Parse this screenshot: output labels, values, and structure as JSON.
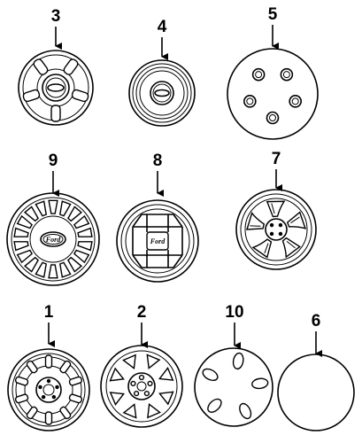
{
  "parts": [
    {
      "id": "part-3",
      "callout": "3"
    },
    {
      "id": "part-4",
      "callout": "4"
    },
    {
      "id": "part-5",
      "callout": "5"
    },
    {
      "id": "part-9",
      "callout": "9"
    },
    {
      "id": "part-8",
      "callout": "8"
    },
    {
      "id": "part-7",
      "callout": "7"
    },
    {
      "id": "part-1",
      "callout": "1"
    },
    {
      "id": "part-2",
      "callout": "2"
    },
    {
      "id": "part-10",
      "callout": "10"
    },
    {
      "id": "part-6",
      "callout": "6"
    }
  ],
  "emblem_text": "Ford"
}
